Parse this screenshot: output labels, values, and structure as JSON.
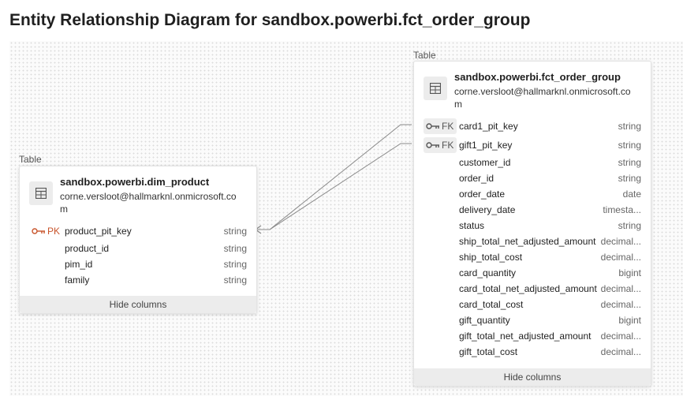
{
  "page": {
    "title": "Entity Relationship Diagram for sandbox.powerbi.fct_order_group"
  },
  "tables": [
    {
      "tag": "Table",
      "name": "sandbox.powerbi.dim_product",
      "owner": "corne.versloot@hallmarknl.onmicrosoft.com",
      "columns": [
        {
          "key": "PK",
          "name": "product_pit_key",
          "type": "string"
        },
        {
          "key": "",
          "name": "product_id",
          "type": "string"
        },
        {
          "key": "",
          "name": "pim_id",
          "type": "string"
        },
        {
          "key": "",
          "name": "family",
          "type": "string"
        }
      ],
      "toggle_label": "Hide columns"
    },
    {
      "tag": "Table",
      "name": "sandbox.powerbi.fct_order_group",
      "owner": "corne.versloot@hallmarknl.onmicrosoft.com",
      "columns": [
        {
          "key": "FK",
          "name": "card1_pit_key",
          "type": "string"
        },
        {
          "key": "FK",
          "name": "gift1_pit_key",
          "type": "string"
        },
        {
          "key": "",
          "name": "customer_id",
          "type": "string"
        },
        {
          "key": "",
          "name": "order_id",
          "type": "string"
        },
        {
          "key": "",
          "name": "order_date",
          "type": "date"
        },
        {
          "key": "",
          "name": "delivery_date",
          "type": "timesta..."
        },
        {
          "key": "",
          "name": "status",
          "type": "string"
        },
        {
          "key": "",
          "name": "ship_total_net_adjusted_amount",
          "type": "decimal..."
        },
        {
          "key": "",
          "name": "ship_total_cost",
          "type": "decimal..."
        },
        {
          "key": "",
          "name": "card_quantity",
          "type": "bigint"
        },
        {
          "key": "",
          "name": "card_total_net_adjusted_amount",
          "type": "decimal..."
        },
        {
          "key": "",
          "name": "card_total_cost",
          "type": "decimal..."
        },
        {
          "key": "",
          "name": "gift_quantity",
          "type": "bigint"
        },
        {
          "key": "",
          "name": "gift_total_net_adjusted_amount",
          "type": "decimal..."
        },
        {
          "key": "",
          "name": "gift_total_cost",
          "type": "decimal..."
        }
      ],
      "toggle_label": "Hide columns"
    }
  ],
  "relationships": [
    {
      "from": "sandbox.powerbi.fct_order_group.card1_pit_key",
      "to": "sandbox.powerbi.dim_product.product_pit_key"
    },
    {
      "from": "sandbox.powerbi.fct_order_group.gift1_pit_key",
      "to": "sandbox.powerbi.dim_product.product_pit_key"
    }
  ],
  "icons": {
    "table": "table-icon",
    "key": "key-icon"
  },
  "colors": {
    "primary_key": "#c8542b",
    "connector": "#8a8a8a",
    "canvas_dot": "#dcdcdc"
  }
}
